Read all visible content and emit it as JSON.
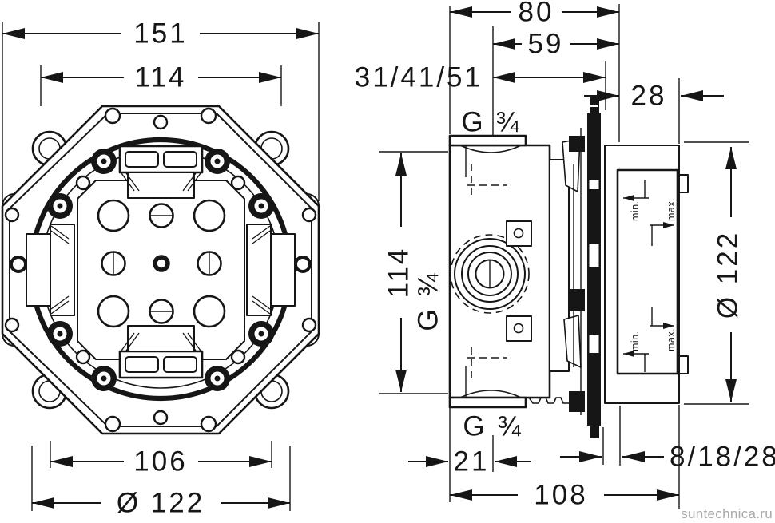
{
  "drawing_title": "concealed-valve-installation-drawing",
  "colors": {
    "line": "#161616",
    "watermark": "#a9a9a9",
    "background": "#ffffff"
  },
  "front_view": {
    "dim_overall_width": "151",
    "dim_inner_width": "114",
    "dim_bottom_width": "106",
    "dim_diameter": "Ø 122"
  },
  "side_view": {
    "dim_depth_no_wall": "80",
    "dim_depth_port": "59",
    "dim_rough_in_depth": "31/41/51",
    "dim_wall_zone": "28",
    "dim_height": "114",
    "dim_diameter": "Ø 122",
    "dim_port_offset": "21",
    "dim_finish_depth": "8/18/28",
    "dim_total_depth": "108",
    "label_thread_top": "G ¾",
    "label_thread_side": "G ¾",
    "label_thread_bottom": "G ¾",
    "label_min": "min.",
    "label_max": "max."
  },
  "watermark": "suntechnica.ru"
}
